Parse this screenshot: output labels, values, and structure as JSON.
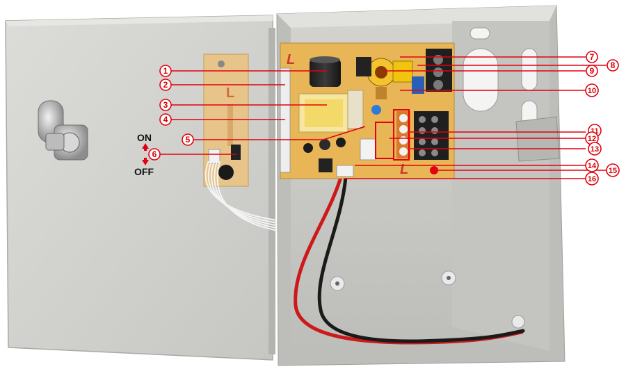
{
  "colors": {
    "callout": "#e3000f",
    "panel": "#d6d6d3",
    "panel_shadow": "#b8b8b5",
    "box_interior": "#c9c9c6",
    "board": "#e8b657",
    "board_text": "#c8392b",
    "red_wire": "#cc1a1a",
    "black_wire": "#1a1a1a"
  },
  "switch": {
    "on_label": "ON",
    "off_label": "OFF"
  },
  "callouts": [
    {
      "num": "1"
    },
    {
      "num": "2"
    },
    {
      "num": "3"
    },
    {
      "num": "4"
    },
    {
      "num": "5"
    },
    {
      "num": "6"
    },
    {
      "num": "7"
    },
    {
      "num": "8"
    },
    {
      "num": "9"
    },
    {
      "num": "10"
    },
    {
      "num": "11"
    },
    {
      "num": "12"
    },
    {
      "num": "13"
    },
    {
      "num": "14"
    },
    {
      "num": "15"
    },
    {
      "num": "16"
    }
  ],
  "icons": [
    "lock-icon",
    "arrow-up-icon",
    "arrow-down-icon"
  ]
}
